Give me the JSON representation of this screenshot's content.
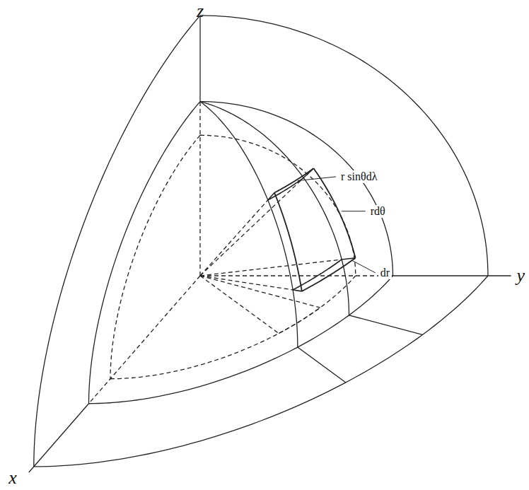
{
  "diagram": {
    "labels": [
      "z",
      "y",
      "x",
      "r sinθdλ",
      "rdθ",
      "dr"
    ]
  }
}
